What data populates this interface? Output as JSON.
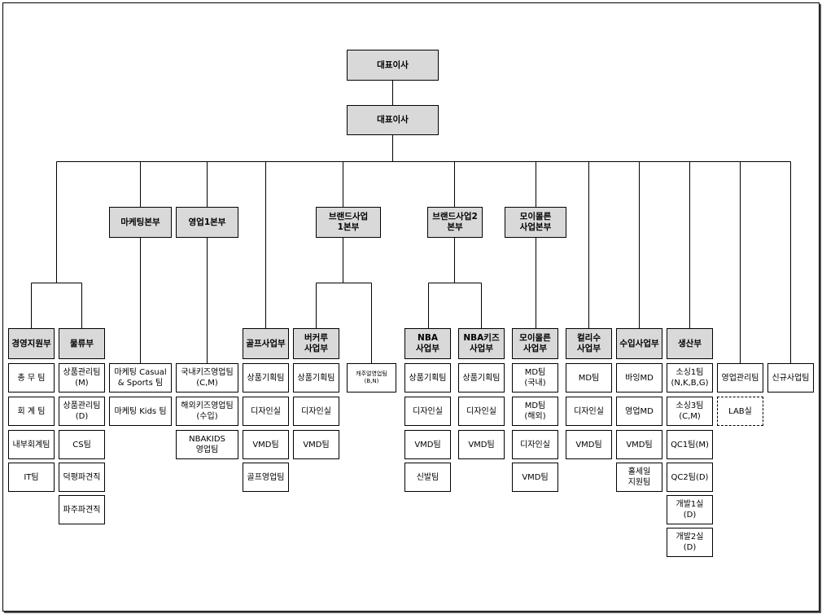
{
  "ceo_top": "대표이사",
  "ceo_second": "대표이사",
  "divisions": {
    "marketing": "마케팅본부",
    "sales1": "영업1본부",
    "brand1": "브랜드사업\n1본부",
    "brand2": "브랜드사업2\n본부",
    "moimollen": "모이몰른\n사업본부"
  },
  "departments": {
    "management": "경영지원부",
    "logistics": "물류부",
    "golf": "골프사업부",
    "burkuru": "버커루\n사업부",
    "nba": "NBA\n사업부",
    "nba_kids": "NBA키즈\n사업부",
    "moimollen": "모이몰른\n사업부",
    "curlysue": "컬리수\n사업부",
    "import": "수입사업부",
    "production": "생산부",
    "sales_mgmt_team": "영업관리팀",
    "new_biz_team": "신규사업팀"
  },
  "teams": {
    "management": [
      "총 무 팀",
      "회 계 팀",
      "내부회계팀",
      "IT팀"
    ],
    "logistics": [
      "상품관리팀\n(M)",
      "상품관리팀\n(D)",
      "CS팀",
      "덕평파견직",
      "파주파견직"
    ],
    "marketing": [
      "마케팅 Casual\n& Sports 팀",
      "마케팅 Kids 팀"
    ],
    "sales1": [
      "국내키즈영업팀\n(C,M)",
      "해외키즈영업팀\n(수입)",
      "NBAKIDS\n영업팀"
    ],
    "golf": [
      "상품기획팀",
      "디자인실",
      "VMD팀",
      "골프영업팀"
    ],
    "burkuru": [
      "상품기획팀",
      "디자인실",
      "VMD팀"
    ],
    "casual_sales": "캐주얼영업팀\n(B,N)",
    "nba": [
      "상품기획팀",
      "디자인실",
      "VMD팀",
      "신발팀"
    ],
    "nba_kids": [
      "상품기획팀",
      "디자인실",
      "VMD팀"
    ],
    "moimollen": [
      "MD팀\n(국내)",
      "MD팀\n(해외)",
      "디자인실",
      "VMD팀"
    ],
    "curlysue": [
      "MD팀",
      "디자인실",
      "VMD팀"
    ],
    "import": [
      "바잉MD",
      "영업MD",
      "VMD팀",
      "홀세일\n지원팀"
    ],
    "production": [
      "소싱1팀\n(N,K,B,G)",
      "소싱3팀\n(C,M)",
      "QC1팀(M)",
      "QC2팀(D)",
      "개발1실\n(D)",
      "개발2실\n(D)"
    ],
    "sales_mgmt": [
      "LAB실"
    ]
  }
}
